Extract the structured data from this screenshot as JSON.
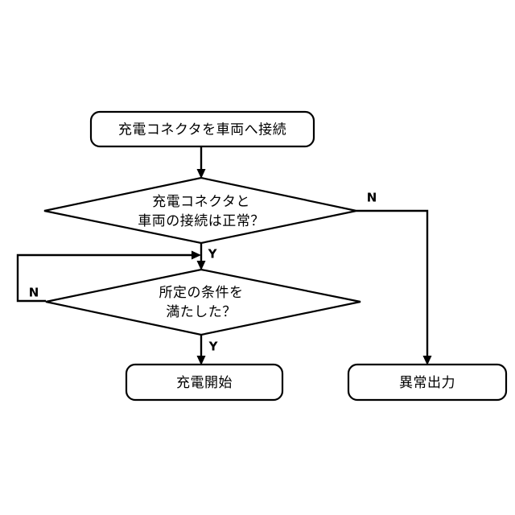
{
  "diagram": {
    "type": "flowchart",
    "title": "",
    "background_color": "#ffffff",
    "line_color": "#000000",
    "nodes": [
      {
        "id": "start-box",
        "shape": "rounded-rectangle",
        "text": "充電コネクタを車両へ接続"
      },
      {
        "id": "decision-connection",
        "shape": "diamond",
        "line1": "充電コネクタと",
        "line2": "車両の接続は正常？"
      },
      {
        "id": "decision-conditions",
        "shape": "diamond",
        "line1": "所定の条件を",
        "line2": "満たした？"
      },
      {
        "id": "charge-start-box",
        "shape": "rounded-rectangle",
        "text": "充電開始"
      },
      {
        "id": "error-output-box",
        "shape": "rounded-rectangle",
        "text": "異常出力"
      }
    ],
    "branch_labels": {
      "decision_connection_no": "N",
      "decision_connection_yes": "Y",
      "decision_conditions_no": "N",
      "decision_conditions_yes": "Y"
    }
  }
}
